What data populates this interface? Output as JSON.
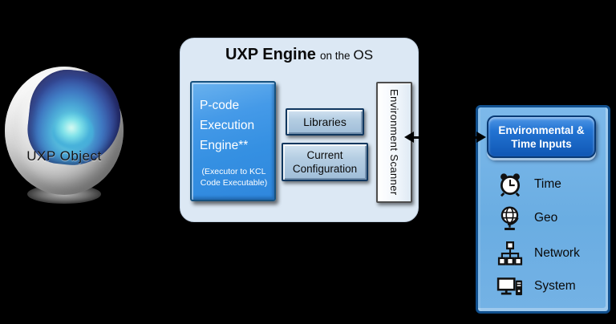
{
  "colors": {
    "background": "#000000",
    "engine_panel_fill": "#dce8f4",
    "pcode_fill": "#3590e2",
    "secondary_box_fill": "#aac6e0",
    "scanner_fill": "#f2f7fc",
    "inputs_panel_fill": "#6aade2",
    "inputs_header_fill": "#1b66c6",
    "arrow": "#000000"
  },
  "uxp_object": {
    "label": "UXP Object"
  },
  "engine": {
    "title": {
      "main": "UXP Engine",
      "mid": "on the",
      "suffix": "OS"
    },
    "pcode": {
      "line1": "P-code",
      "line2": "Execution",
      "line3": "Engine**",
      "note1": "(Executor to KCL",
      "note2": "Code Executable)"
    },
    "libraries": {
      "label": "Libraries"
    },
    "current_config": {
      "label": "Current Configuration"
    },
    "scanner": {
      "label": "Environment Scanner"
    }
  },
  "inputs_panel": {
    "header": {
      "line1": "Environmental &",
      "line2": "Time Inputs"
    },
    "items": [
      {
        "icon": "alarm-clock-icon",
        "label": "Time"
      },
      {
        "icon": "globe-icon",
        "label": "Geo"
      },
      {
        "icon": "network-icon",
        "label": "Network"
      },
      {
        "icon": "computer-icon",
        "label": "System"
      }
    ]
  }
}
